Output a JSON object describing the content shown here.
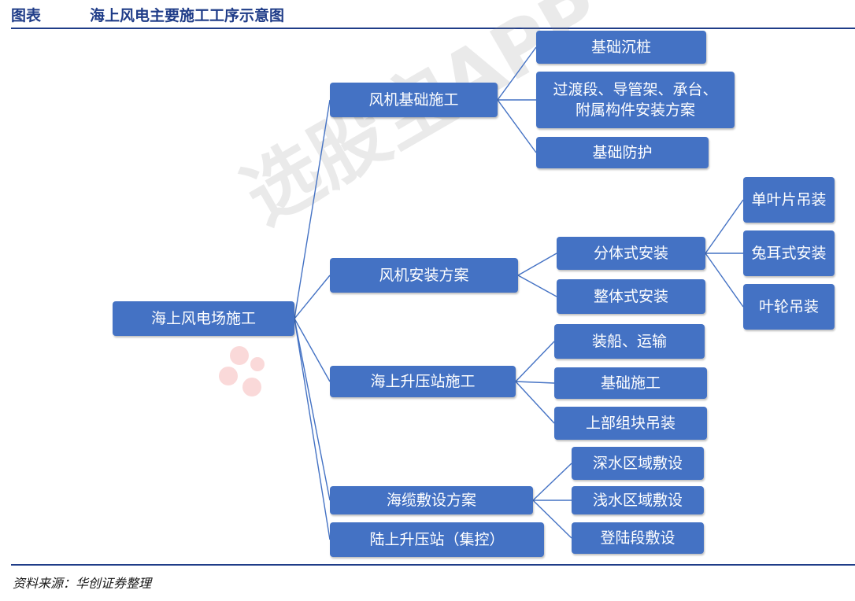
{
  "header": {
    "label": "图表",
    "title": "海上风电主要施工工序示意图"
  },
  "source": "资料来源：华创证券整理",
  "watermark": "选股宝APP",
  "colors": {
    "box": "#4472c4",
    "rule": "#1f3c88",
    "line": "#4472c4"
  },
  "tree": {
    "root": "海上风电场施工",
    "branches": [
      {
        "label": "风机基础施工",
        "children": [
          "基础沉桩",
          "过渡段、导管架、承台、\n附属构件安装方案",
          "基础防护"
        ]
      },
      {
        "label": "风机安装方案",
        "children": [
          "分体式安装",
          "整体式安装"
        ],
        "grandchildren": [
          "单叶片吊装",
          "兔耳式安装",
          "叶轮吊装"
        ]
      },
      {
        "label": "海上升压站施工",
        "children": [
          "装船、运输",
          "基础施工",
          "上部组块吊装"
        ]
      },
      {
        "label": "海缆敷设方案",
        "children": [
          "深水区域敷设",
          "浅水区域敷设",
          "登陆段敷设"
        ]
      },
      {
        "label": "陆上升压站（集控）",
        "children": []
      }
    ]
  }
}
